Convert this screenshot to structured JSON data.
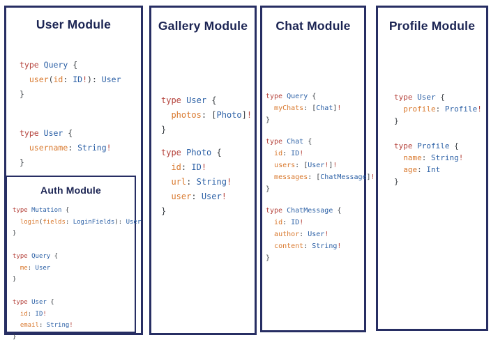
{
  "colors": {
    "keyword": "#b5433c",
    "type": "#2a5fa5",
    "field": "#d9792e",
    "plain": "#3b4045",
    "title": "#1b2453",
    "border": "#272e63"
  },
  "modules": [
    {
      "title": "User Module",
      "blocks": [
        [
          [
            [
              "k",
              "type"
            ],
            [
              "p",
              " "
            ],
            [
              "t",
              "Query"
            ],
            [
              "p",
              " {"
            ]
          ],
          [
            [
              "p",
              "  "
            ],
            [
              "f",
              "user"
            ],
            [
              "p",
              "("
            ],
            [
              "f",
              "id"
            ],
            [
              "p",
              ": "
            ],
            [
              "t",
              "ID"
            ],
            [
              "k",
              "!"
            ],
            [
              "p",
              "): "
            ],
            [
              "t",
              "User"
            ]
          ],
          [
            [
              "p",
              "}"
            ]
          ]
        ],
        [
          [
            [
              "k",
              "type"
            ],
            [
              "p",
              " "
            ],
            [
              "t",
              "User"
            ],
            [
              "p",
              " {"
            ]
          ],
          [
            [
              "p",
              "  "
            ],
            [
              "f",
              "username"
            ],
            [
              "p",
              ": "
            ],
            [
              "t",
              "String"
            ],
            [
              "k",
              "!"
            ]
          ],
          [
            [
              "p",
              "}"
            ]
          ]
        ]
      ],
      "nested": {
        "title": "Auth Module",
        "blocks": [
          [
            [
              [
                "k",
                "type"
              ],
              [
                "p",
                " "
              ],
              [
                "t",
                "Mutation"
              ],
              [
                "p",
                " {"
              ]
            ],
            [
              [
                "p",
                "  "
              ],
              [
                "f",
                "login"
              ],
              [
                "p",
                "("
              ],
              [
                "f",
                "fields"
              ],
              [
                "p",
                ": "
              ],
              [
                "t",
                "LoginFields"
              ],
              [
                "p",
                "): "
              ],
              [
                "t",
                "User"
              ]
            ],
            [
              [
                "p",
                "}"
              ]
            ],
            [],
            [
              [
                "k",
                "type"
              ],
              [
                "p",
                " "
              ],
              [
                "t",
                "Query"
              ],
              [
                "p",
                " {"
              ]
            ],
            [
              [
                "p",
                "  "
              ],
              [
                "f",
                "me"
              ],
              [
                "p",
                ": "
              ],
              [
                "t",
                "User"
              ]
            ],
            [
              [
                "p",
                "}"
              ]
            ],
            [],
            [
              [
                "k",
                "type"
              ],
              [
                "p",
                " "
              ],
              [
                "t",
                "User"
              ],
              [
                "p",
                " {"
              ]
            ],
            [
              [
                "p",
                "  "
              ],
              [
                "f",
                "id"
              ],
              [
                "p",
                ": "
              ],
              [
                "t",
                "ID"
              ],
              [
                "k",
                "!"
              ]
            ],
            [
              [
                "p",
                "  "
              ],
              [
                "f",
                "email"
              ],
              [
                "p",
                ": "
              ],
              [
                "t",
                "String"
              ],
              [
                "k",
                "!"
              ]
            ],
            [
              [
                "p",
                "}"
              ]
            ]
          ]
        ]
      }
    },
    {
      "title": "Gallery Module",
      "blocks": [
        [
          [
            [
              "k",
              "type"
            ],
            [
              "p",
              " "
            ],
            [
              "t",
              "User"
            ],
            [
              "p",
              " {"
            ]
          ],
          [
            [
              "p",
              "  "
            ],
            [
              "f",
              "photos"
            ],
            [
              "p",
              ": ["
            ],
            [
              "t",
              "Photo"
            ],
            [
              "p",
              "]"
            ],
            [
              "k",
              "!"
            ]
          ],
          [
            [
              "p",
              "}"
            ]
          ]
        ],
        [
          [
            [
              "k",
              "type"
            ],
            [
              "p",
              " "
            ],
            [
              "t",
              "Photo"
            ],
            [
              "p",
              " {"
            ]
          ],
          [
            [
              "p",
              "  "
            ],
            [
              "f",
              "id"
            ],
            [
              "p",
              ": "
            ],
            [
              "t",
              "ID"
            ],
            [
              "k",
              "!"
            ]
          ],
          [
            [
              "p",
              "  "
            ],
            [
              "f",
              "url"
            ],
            [
              "p",
              ": "
            ],
            [
              "t",
              "String"
            ],
            [
              "k",
              "!"
            ]
          ],
          [
            [
              "p",
              "  "
            ],
            [
              "f",
              "user"
            ],
            [
              "p",
              ": "
            ],
            [
              "t",
              "User"
            ],
            [
              "k",
              "!"
            ]
          ],
          [
            [
              "p",
              "}"
            ]
          ]
        ]
      ]
    },
    {
      "title": "Chat Module",
      "blocks": [
        [
          [
            [
              "k",
              "type"
            ],
            [
              "p",
              " "
            ],
            [
              "t",
              "Query"
            ],
            [
              "p",
              " {"
            ]
          ],
          [
            [
              "p",
              "  "
            ],
            [
              "f",
              "myChats"
            ],
            [
              "p",
              ": ["
            ],
            [
              "t",
              "Chat"
            ],
            [
              "p",
              "]"
            ],
            [
              "k",
              "!"
            ]
          ],
          [
            [
              "p",
              "}"
            ]
          ]
        ],
        [
          [
            [
              "k",
              "type"
            ],
            [
              "p",
              " "
            ],
            [
              "t",
              "Chat"
            ],
            [
              "p",
              " {"
            ]
          ],
          [
            [
              "p",
              "  "
            ],
            [
              "f",
              "id"
            ],
            [
              "p",
              ": "
            ],
            [
              "t",
              "ID"
            ],
            [
              "k",
              "!"
            ]
          ],
          [
            [
              "p",
              "  "
            ],
            [
              "f",
              "users"
            ],
            [
              "p",
              ": ["
            ],
            [
              "t",
              "User"
            ],
            [
              "k",
              "!"
            ],
            [
              "p",
              "]"
            ],
            [
              "k",
              "!"
            ]
          ],
          [
            [
              "p",
              "  "
            ],
            [
              "f",
              "messages"
            ],
            [
              "p",
              ": ["
            ],
            [
              "t",
              "ChatMessage"
            ],
            [
              "p",
              "]"
            ],
            [
              "k",
              "!"
            ]
          ],
          [
            [
              "p",
              "}"
            ]
          ]
        ],
        [
          [
            [
              "k",
              "type"
            ],
            [
              "p",
              " "
            ],
            [
              "t",
              "ChatMessage"
            ],
            [
              "p",
              " {"
            ]
          ],
          [
            [
              "p",
              "  "
            ],
            [
              "f",
              "id"
            ],
            [
              "p",
              ": "
            ],
            [
              "t",
              "ID"
            ],
            [
              "k",
              "!"
            ]
          ],
          [
            [
              "p",
              "  "
            ],
            [
              "f",
              "author"
            ],
            [
              "p",
              ": "
            ],
            [
              "t",
              "User"
            ],
            [
              "k",
              "!"
            ]
          ],
          [
            [
              "p",
              "  "
            ],
            [
              "f",
              "content"
            ],
            [
              "p",
              ": "
            ],
            [
              "t",
              "String"
            ],
            [
              "k",
              "!"
            ]
          ],
          [
            [
              "p",
              "}"
            ]
          ]
        ]
      ]
    },
    {
      "title": "Profile Module",
      "blocks": [
        [
          [
            [
              "k",
              "type"
            ],
            [
              "p",
              " "
            ],
            [
              "t",
              "User"
            ],
            [
              "p",
              " {"
            ]
          ],
          [
            [
              "p",
              "  "
            ],
            [
              "f",
              "profile"
            ],
            [
              "p",
              ": "
            ],
            [
              "t",
              "Profile"
            ],
            [
              "k",
              "!"
            ]
          ],
          [
            [
              "p",
              "}"
            ]
          ]
        ],
        [
          [
            [
              "k",
              "type"
            ],
            [
              "p",
              " "
            ],
            [
              "t",
              "Profile"
            ],
            [
              "p",
              " {"
            ]
          ],
          [
            [
              "p",
              "  "
            ],
            [
              "f",
              "name"
            ],
            [
              "p",
              ": "
            ],
            [
              "t",
              "String"
            ],
            [
              "k",
              "!"
            ]
          ],
          [
            [
              "p",
              "  "
            ],
            [
              "f",
              "age"
            ],
            [
              "p",
              ": "
            ],
            [
              "t",
              "Int"
            ]
          ],
          [
            [
              "p",
              "}"
            ]
          ]
        ]
      ]
    }
  ]
}
